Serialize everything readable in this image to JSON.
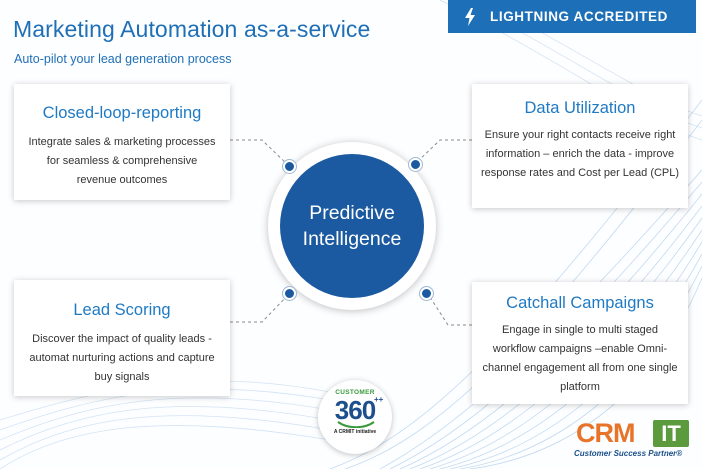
{
  "header": {
    "title": "Marketing Automation as-a-service",
    "subtitle": "Auto-pilot your lead generation process"
  },
  "badge": {
    "icon": "lightning-bolt-icon",
    "label": "LIGHTNING ACCREDITED"
  },
  "center": {
    "line1": "Predictive",
    "line2": "Intelligence"
  },
  "cards": {
    "closed_loop": {
      "title": "Closed-loop-reporting",
      "text": "Integrate sales & marketing processes for seamless & comprehensive revenue outcomes"
    },
    "data_utilization": {
      "title": "Data Utilization",
      "text": "Ensure your right contacts receive right information – enrich the data - improve response rates and Cost per Lead (CPL)"
    },
    "lead_scoring": {
      "title": "Lead Scoring",
      "text": "Discover the impact of quality leads - automat nurturing actions and capture buy signals"
    },
    "catchall": {
      "title": "Catchall Campaigns",
      "text": "Engage in single to multi staged workflow campaigns –enable Omni-channel engagement all from one single platform"
    }
  },
  "logo_360": {
    "top": "CUSTOMER",
    "number": "360",
    "plus": "++",
    "bottom": "A CRMIT initiative"
  },
  "crmit_logo": {
    "brand": "CRM",
    "it": "IT",
    "tagline": "Customer Success Partner®"
  },
  "colors": {
    "accent_blue": "#1f6fb6",
    "badge_blue": "#1d6fb7",
    "core_blue": "#1b5aa0",
    "crm_orange": "#e8742a",
    "it_green": "#5b9b3d"
  }
}
